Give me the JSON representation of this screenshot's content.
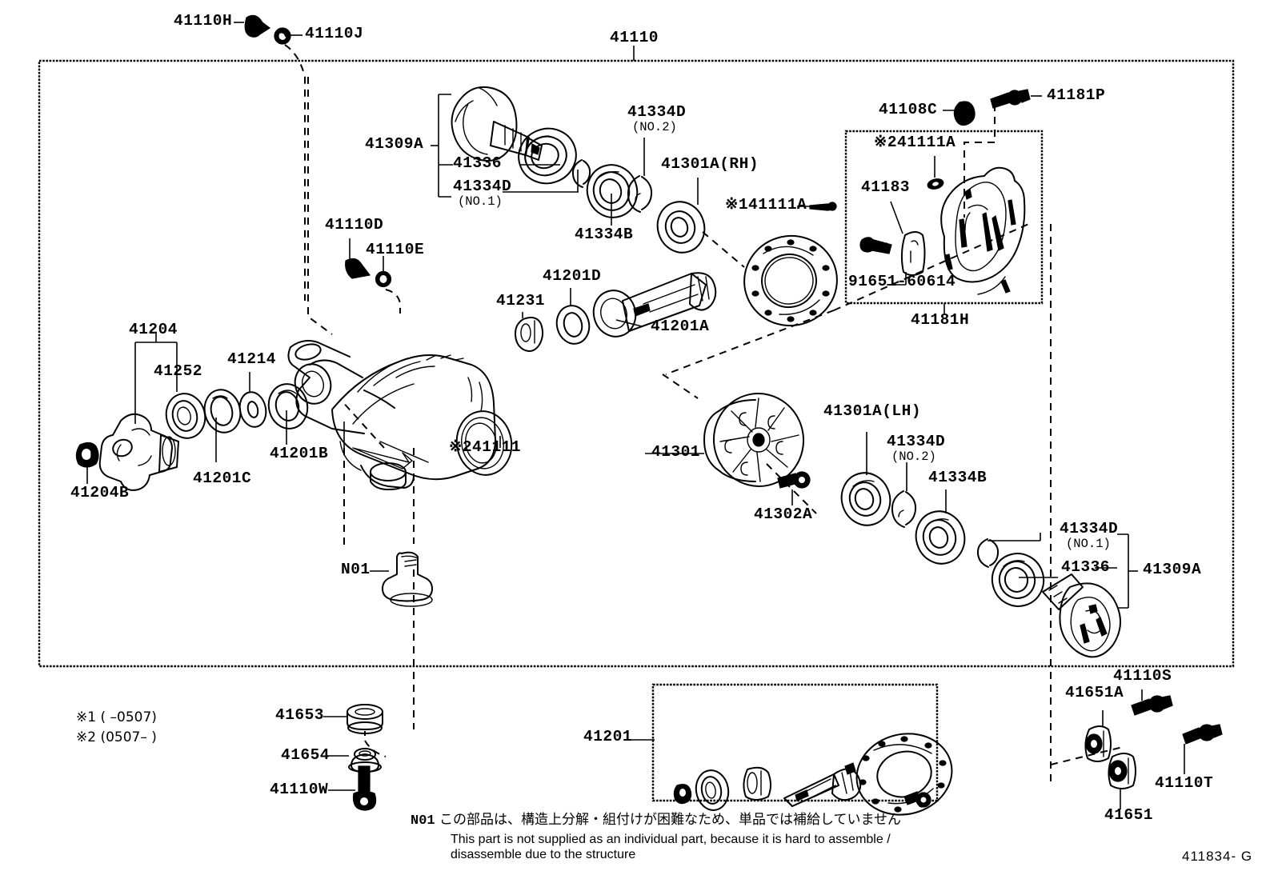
{
  "sheet": {
    "id": "411834- G",
    "frame_label": "41110"
  },
  "revision_notes": [
    "※1 (    –0507)",
    "※2 (0507–     )"
  ],
  "footnote": {
    "code": "N01",
    "japanese": "この部品は、構造上分解・組付けが困難なため、単品では補給していません",
    "english_line1": "This part is not supplied as an individual part, because it is hard to assemble /",
    "english_line2": "disassemble due to the structure"
  },
  "callouts": {
    "top_left_1": "41110H",
    "top_left_2": "41110J",
    "top_center": "41110",
    "group_41309A_left": "41309A",
    "part_41336_left": "41336",
    "part_41334D_no1_left": "41334D",
    "part_41334D_no1_left_sub": "(NO.1)",
    "part_41334D_no2_top": "41334D",
    "part_41334D_no2_top_sub": "(NO.2)",
    "part_41301A_RH": "41301A(RH)",
    "part_41334B_top": "41334B",
    "part_141111A": "※141111A",
    "part_41108C": "41108C",
    "part_41181P": "41181P",
    "part_241111A": "※241111A",
    "part_41183": "41183",
    "part_91651_60614": "91651-60614",
    "part_41181H": "41181H",
    "part_41110D": "41110D",
    "part_41110E": "41110E",
    "part_41231": "41231",
    "part_41201D": "41201D",
    "part_41201A": "41201A",
    "part_241111": "※241111",
    "part_41204": "41204",
    "part_41252": "41252",
    "part_41214": "41214",
    "part_41201B": "41201B",
    "part_41201C": "41201C",
    "part_41204B": "41204B",
    "part_41301": "41301",
    "part_41302A": "41302A",
    "part_41301A_LH": "41301A(LH)",
    "part_41334D_no2_low": "41334D",
    "part_41334D_no2_low_sub": "(NO.2)",
    "part_41334B_low": "41334B",
    "part_41334D_no1_right": "41334D",
    "part_41334D_no1_right_sub": "(NO.1)",
    "part_41336_right": "41336",
    "group_41309A_right": "41309A",
    "part_N01": "N01",
    "part_41653": "41653",
    "part_41654": "41654",
    "part_41110W": "41110W",
    "part_41201_box": "41201",
    "part_41651A": "41651A",
    "part_41110S": "41110S",
    "part_41651": "41651",
    "part_41110T": "41110T"
  }
}
